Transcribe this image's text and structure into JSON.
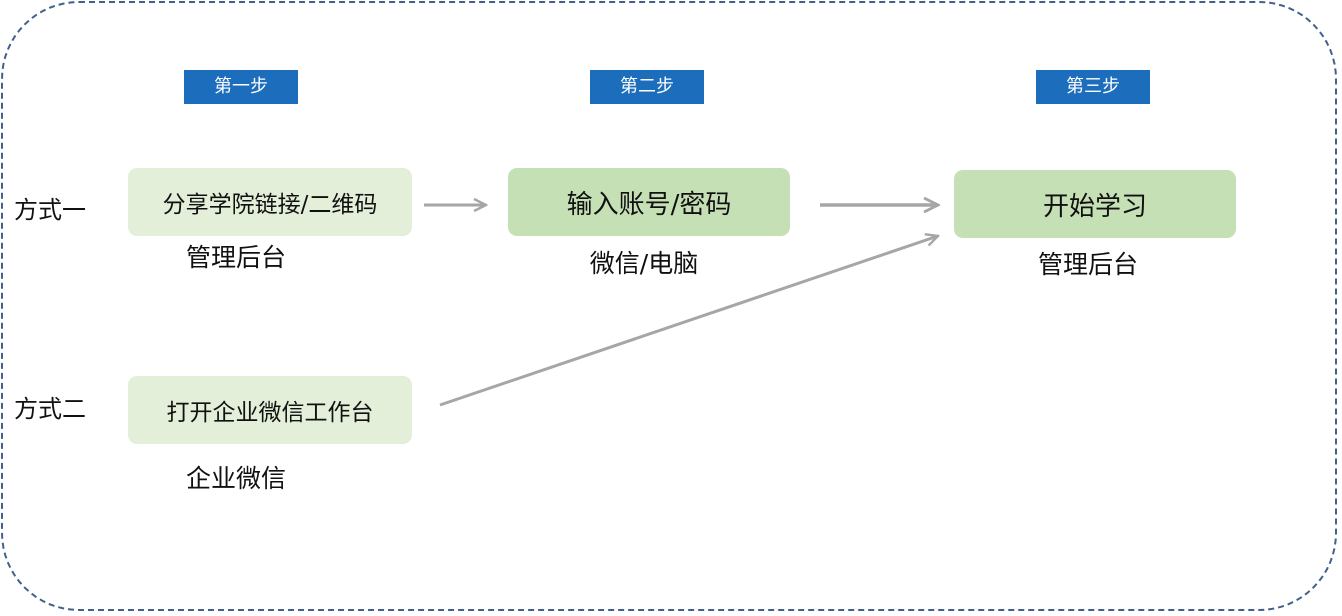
{
  "steps": [
    {
      "label": "第一步"
    },
    {
      "label": "第二步"
    },
    {
      "label": "第三步"
    }
  ],
  "methods": [
    {
      "label": "方式一"
    },
    {
      "label": "方式二"
    }
  ],
  "nodes": {
    "share_link": {
      "label": "分享学院链接/二维码",
      "caption": "管理后台"
    },
    "enter_account": {
      "label": "输入账号/密码",
      "caption": "微信/电脑"
    },
    "start_learning": {
      "label": "开始学习",
      "caption": "管理后台"
    },
    "open_workbench": {
      "label": "打开企业微信工作台",
      "caption": "企业微信"
    }
  },
  "colors": {
    "step_badge": "#1c6ebd",
    "node_light": "#e4efda",
    "node_medium": "#c6e0b6",
    "arrow": "#a6a6a6",
    "frame_border": "#41608c"
  }
}
